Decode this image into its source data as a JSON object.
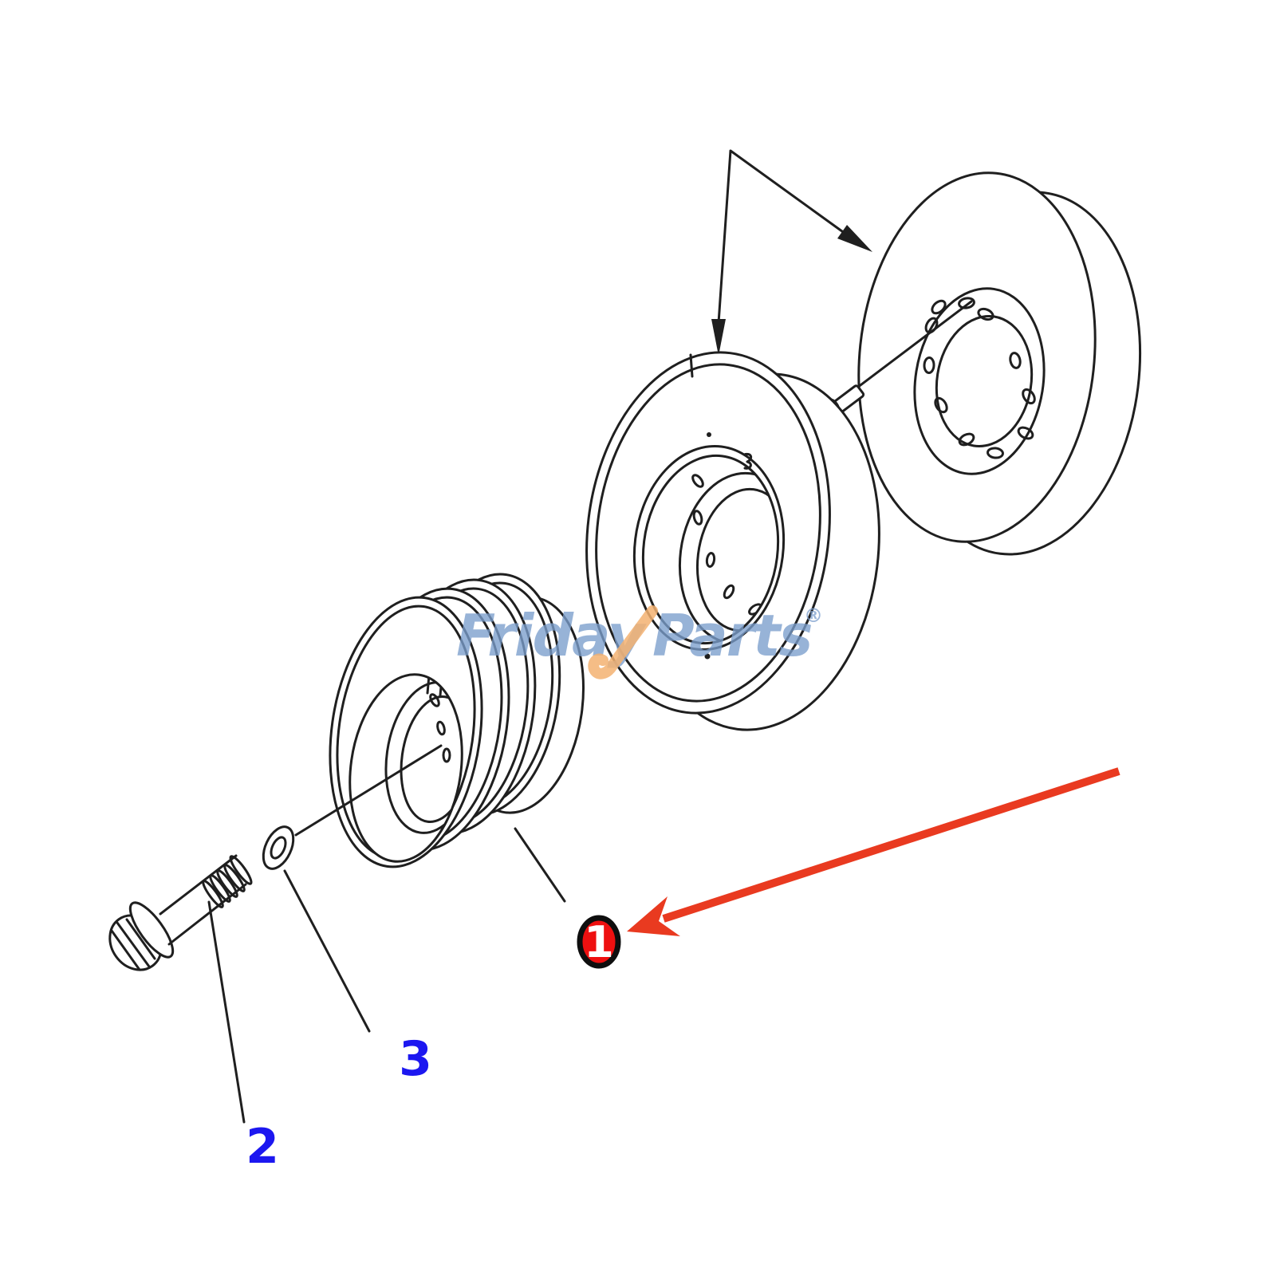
{
  "diagram": {
    "line_color": "#1f1f1f",
    "background": "#ffffff"
  },
  "watermark": {
    "word_left": "Friday",
    "word_right": "Parts",
    "registered_mark": "®",
    "blue": "#7b9ecd",
    "orange": "#f3b271"
  },
  "callouts": {
    "arrow_color": "#e93a20",
    "label_color": "#1c17f0",
    "item1": {
      "label": "1",
      "badge_fill": "#ee1010",
      "badge_border": "#0e0e0e",
      "badge_text_color": "#ffffff"
    },
    "item2": {
      "label": "2"
    },
    "item3": {
      "label": "3"
    }
  }
}
